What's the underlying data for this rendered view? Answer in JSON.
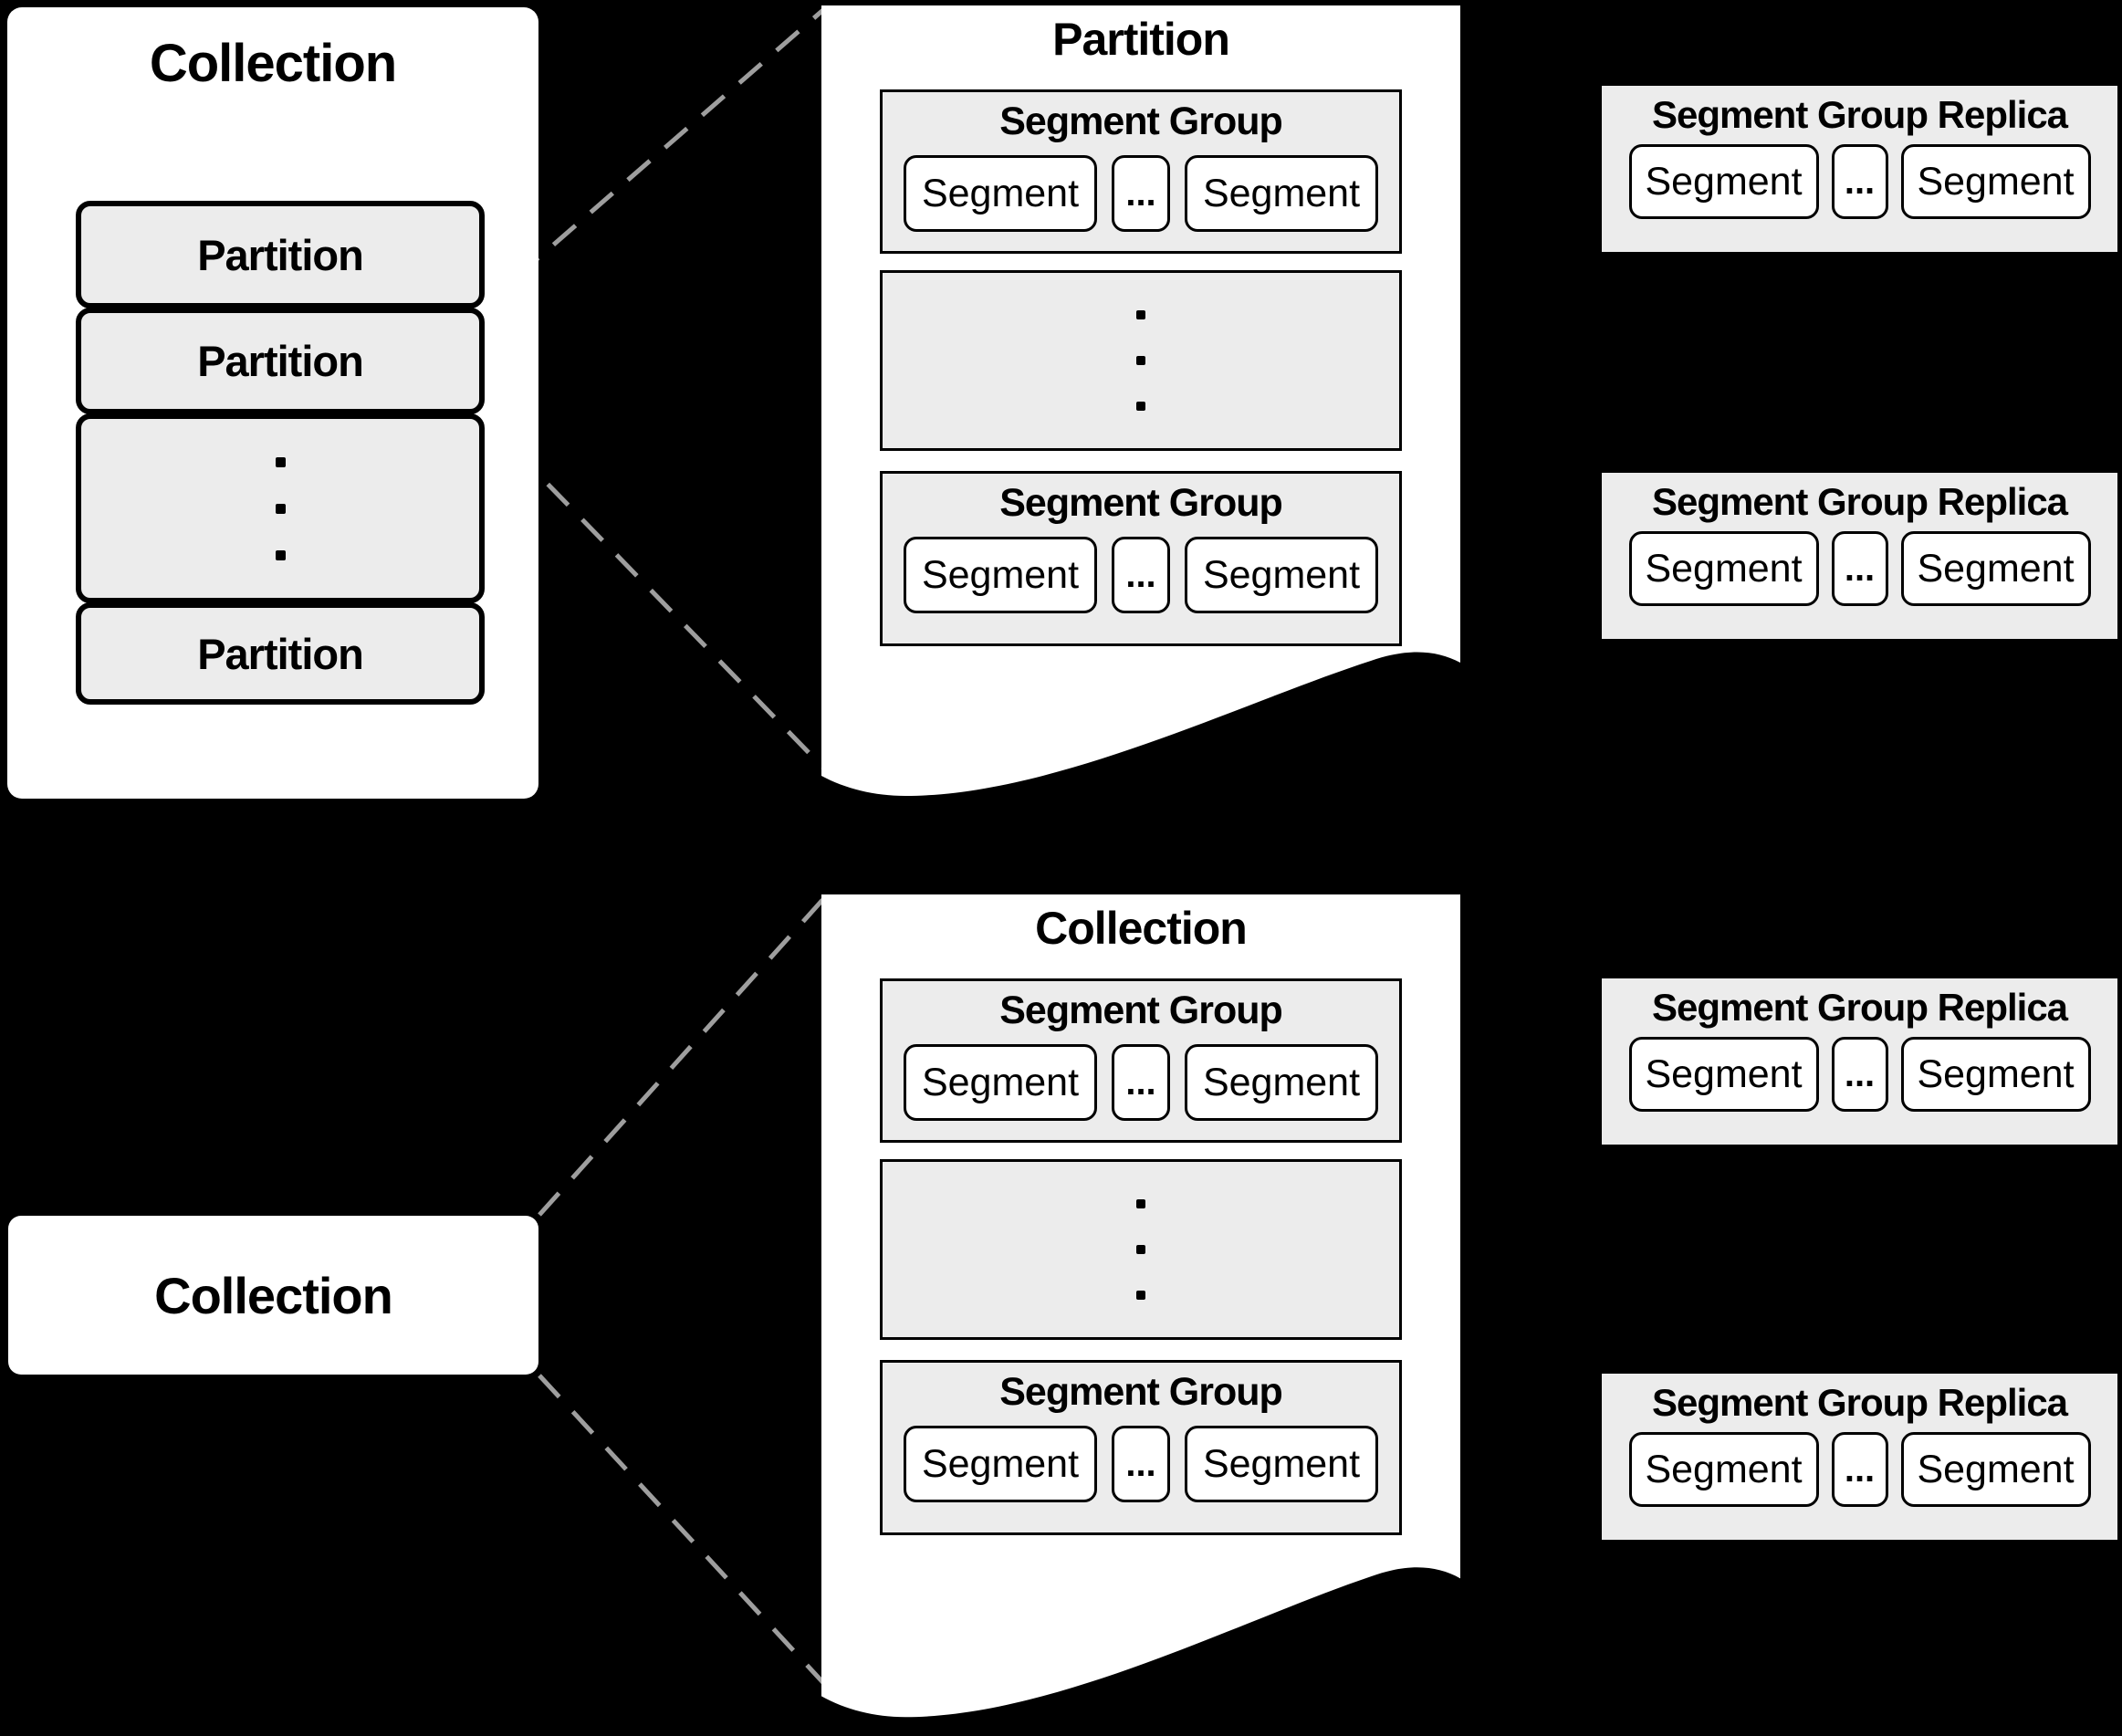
{
  "colors": {
    "page-bg": "#000000",
    "box-fill": "#ececec",
    "panel-fill": "#ffffff",
    "border": "#000000",
    "text": "#000000",
    "dash": "#9e9e9e"
  },
  "top": {
    "collection": {
      "title": "Collection",
      "row1": "Partition",
      "row2": "Partition",
      "row3": "Partition"
    },
    "panel": {
      "title": "Partition",
      "group1": {
        "title": "Segment Group",
        "seg1": "Segment",
        "dots": "...",
        "seg2": "Segment"
      },
      "group2": {
        "title": "Segment Group",
        "seg1": "Segment",
        "dots": "...",
        "seg2": "Segment"
      }
    },
    "replica1": {
      "title": "Segment Group Replica",
      "seg1": "Segment",
      "dots": "...",
      "seg2": "Segment"
    },
    "replica2": {
      "title": "Segment Group Replica",
      "seg1": "Segment",
      "dots": "...",
      "seg2": "Segment"
    }
  },
  "bottom": {
    "collection": {
      "title": "Collection"
    },
    "panel": {
      "title": "Collection",
      "group1": {
        "title": "Segment Group",
        "seg1": "Segment",
        "dots": "...",
        "seg2": "Segment"
      },
      "group2": {
        "title": "Segment Group",
        "seg1": "Segment",
        "dots": "...",
        "seg2": "Segment"
      }
    },
    "replica1": {
      "title": "Segment Group Replica",
      "seg1": "Segment",
      "dots": "...",
      "seg2": "Segment"
    },
    "replica2": {
      "title": "Segment Group Replica",
      "seg1": "Segment",
      "dots": "...",
      "seg2": "Segment"
    }
  }
}
